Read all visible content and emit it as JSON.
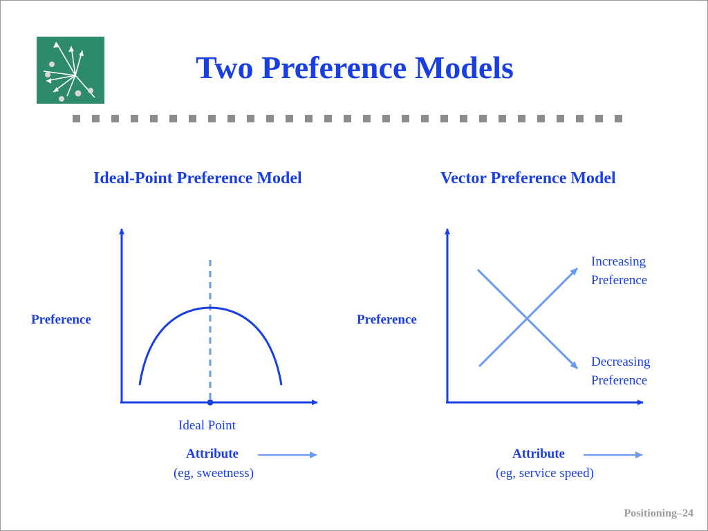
{
  "title": "Two Preference Models",
  "footer": "Positioning–24",
  "colors": {
    "accent": "#1a3fe0",
    "light_blue": "#6b9af0",
    "divider_gray": "#8c8c8c",
    "logo_bg": "#2e8b6a"
  },
  "logo": {
    "icon": "vector-diagram-logo-icon"
  },
  "ideal_point_model": {
    "heading": "Ideal-Point Preference Model",
    "y_axis_label": "Preference",
    "point_label": "Ideal Point",
    "attribute_label": "Attribute",
    "attribute_example": "(eg, sweetness)"
  },
  "vector_model": {
    "heading": "Vector Preference Model",
    "y_axis_label": "Preference",
    "increasing_line1": "Increasing",
    "increasing_line2": "Preference",
    "decreasing_line1": "Decreasing",
    "decreasing_line2": "Preference",
    "attribute_label": "Attribute",
    "attribute_example": "(eg, service speed)"
  }
}
